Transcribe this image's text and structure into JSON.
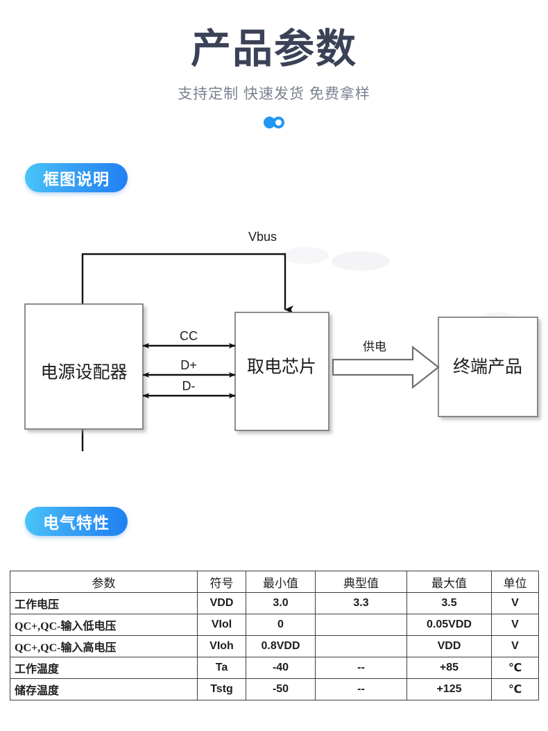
{
  "header": {
    "title": "产品参数",
    "subtitle": "支持定制 快速发货 免费拿样",
    "accent_color": "#2196f3",
    "title_color": "#3b4257",
    "subtitle_color": "#7a828f"
  },
  "sections": {
    "block_diagram_badge": "框图说明",
    "electrical_badge": "电气特性"
  },
  "diagram": {
    "boxes": {
      "adapter": "电源设配器",
      "chip": "取电芯片",
      "product": "终端产品"
    },
    "labels": {
      "vbus": "Vbus",
      "cc": "CC",
      "dplus": "D+",
      "dminus": "D-",
      "supply": "供电"
    }
  },
  "spec_table": {
    "headers": [
      "参数",
      "符号",
      "最小值",
      "典型值",
      "最大值",
      "单位"
    ],
    "rows": [
      {
        "param": "工作电压",
        "symbol": "VDD",
        "min": "3.0",
        "typ": "3.3",
        "max": "3.5",
        "unit": "V"
      },
      {
        "param": "QC+,QC-输入低电压",
        "symbol": "VIol",
        "min": "0",
        "typ": "",
        "max": "0.05VDD",
        "unit": "V"
      },
      {
        "param": "QC+,QC-输入高电压",
        "symbol": "VIoh",
        "min": "0.8VDD",
        "typ": "",
        "max": "VDD",
        "unit": "V"
      },
      {
        "param": "工作温度",
        "symbol": "Ta",
        "min": "-40",
        "typ": "--",
        "max": "+85",
        "unit": "℃"
      },
      {
        "param": "储存温度",
        "symbol": "Tstg",
        "min": "-50",
        "typ": "--",
        "max": "+125",
        "unit": "℃"
      }
    ]
  }
}
